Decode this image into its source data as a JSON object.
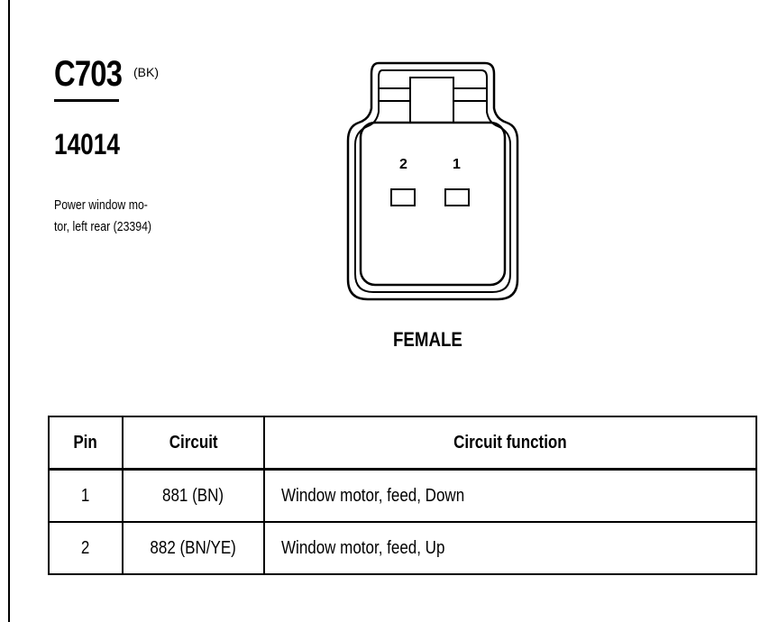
{
  "connector": {
    "id": "C703",
    "color_code": "(BK)",
    "part_number": "14014",
    "description_lines": [
      "Power window mo-",
      "tor, left rear (23394)"
    ],
    "gender": "FEMALE",
    "cavity_labels": [
      "2",
      "1"
    ]
  },
  "pin_table": {
    "headers": [
      "Pin",
      "Circuit",
      "Circuit function"
    ],
    "rows": [
      {
        "pin": "1",
        "circuit": "881 (BN)",
        "function": "Window motor, feed, Down"
      },
      {
        "pin": "2",
        "circuit": "882 (BN/YE)",
        "function": "Window motor, feed, Up"
      }
    ]
  }
}
